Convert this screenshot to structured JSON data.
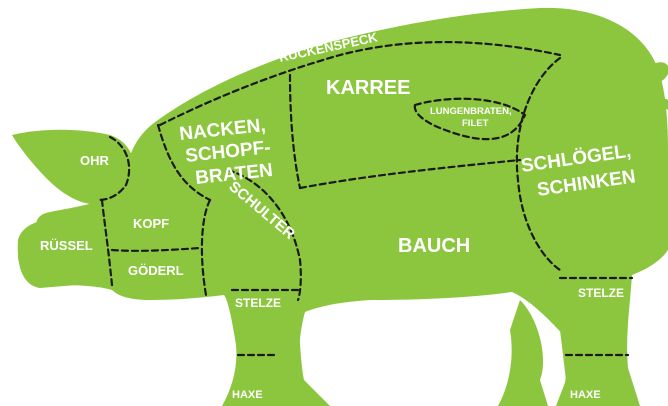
{
  "colors": {
    "body": "#8cc63f",
    "label": "#ffffff",
    "cut_line": "#1a1a1a",
    "background": "#ffffff"
  },
  "cuts": {
    "rueckenspeck": "RÜCKENSPECK",
    "karree": "KARREE",
    "lungenbraten_1": "LUNGENBRATEN,",
    "lungenbraten_2": "FILET",
    "nacken_1": "NACKEN,",
    "nacken_2": "SCHOPF-",
    "nacken_3": "BRATEN",
    "ohr": "OHR",
    "kopf": "KOPF",
    "ruessel": "RÜSSEL",
    "goederl": "GÖDERL",
    "schulter": "SCHULTER",
    "bauch": "BAUCH",
    "schloegel_1": "SCHLÖGEL,",
    "schloegel_2": "SCHINKEN",
    "stelze_front": "STELZE",
    "stelze_rear": "STELZE",
    "haxe_front": "HAXE",
    "haxe_rear": "HAXE"
  }
}
